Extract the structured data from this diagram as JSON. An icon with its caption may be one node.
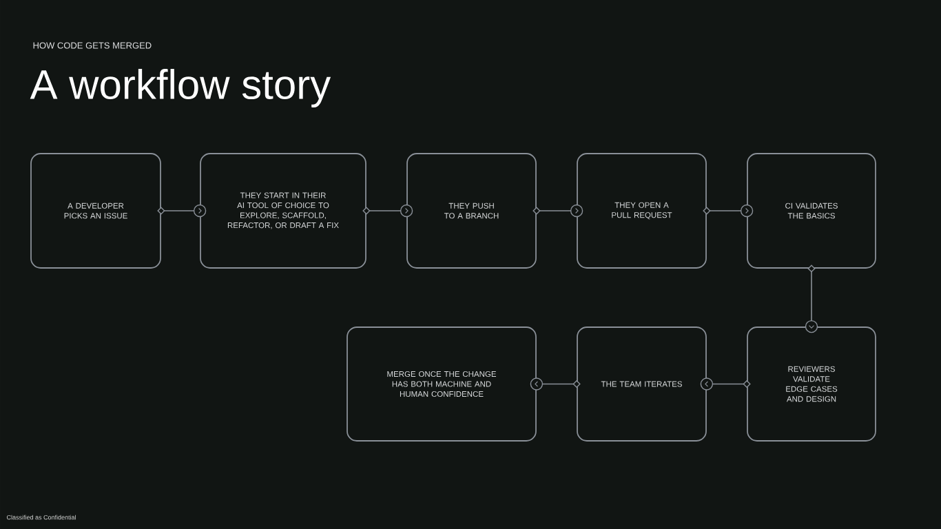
{
  "diagram": {
    "title": "A workflow story",
    "nodes": [
      {
        "text": [
          "A DEVELOPER PICKS AN ISSUE"
        ]
      },
      {
        "text": [
          "THEY START IN THEIR AI TOOL OF CHOICE TO EXPLORE, SCAFFOLD, REFACTOR, OR DRAFT A FIX"
        ]
      },
      {
        "text": [
          "THEY PUSH TO A BRANCH"
        ]
      },
      {
        "text": [
          "THEY OPEN A PULL REQUEST"
        ]
      },
      {
        "text": [
          "CI VALIDATES THE BASICS"
        ]
      },
      {
        "text": [
          "REVIEWERS VALIDATE EDGE CASES AND DESIGN"
        ]
      },
      {
        "text": [
          "THE TEAM ITERATES"
        ]
      },
      {
        "text": [
          "MERGE ONCE THE CHANGE HAS BOTH MACHINE AND HUMAN CONFIDENCE"
        ]
      }
    ],
    "edges": [
      {
        "from": 0,
        "to": 1,
        "arrow": "to"
      },
      {
        "from": 1,
        "to": 2,
        "arrow": "to"
      },
      {
        "from": 2,
        "to": 3,
        "arrow": "to"
      },
      {
        "from": 3,
        "to": 4,
        "arrow": "to"
      },
      {
        "from": 4,
        "to": 5,
        "arrow": "to"
      },
      {
        "from": 5,
        "to": 6,
        "arrow": "to"
      },
      {
        "from": 6,
        "to": 7,
        "arrow": "to"
      }
    ],
    "labels": [
      "HOW CODE GETS MERGED",
      "Classified as Confidential"
    ]
  }
}
